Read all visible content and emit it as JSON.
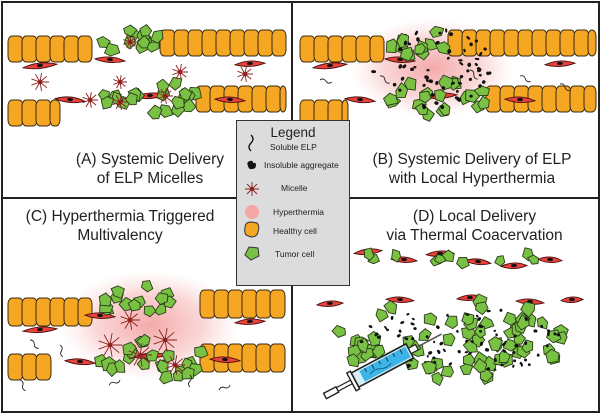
{
  "panels": {
    "a": {
      "title_line1": "(A) Systemic Delivery",
      "title_line2": "of ELP Micelles"
    },
    "b": {
      "title_line1": "(B) Systemic Delivery of ELP",
      "title_line2": "with Local Hyperthermia"
    },
    "c": {
      "title_line1": "(C) Hyperthermia Triggered",
      "title_line2": "Multivalency"
    },
    "d": {
      "title_line1": "(D) Local Delivery",
      "title_line2": "via Thermal Coacervation"
    }
  },
  "legend": {
    "heading": "Legend",
    "items": [
      {
        "label": "Soluble ELP",
        "icon": "soluble-elp-icon"
      },
      {
        "label": "Insoluble aggregate",
        "icon": "insoluble-aggregate-icon"
      },
      {
        "label": "Micelle",
        "icon": "micelle-icon"
      },
      {
        "label": "Hyperthermia",
        "icon": "hyperthermia-icon"
      },
      {
        "label": "Healthy cell",
        "icon": "healthy-cell-icon"
      },
      {
        "label": "Tumor cell",
        "icon": "tumor-cell-icon"
      }
    ]
  },
  "colors": {
    "healthy_cell": "#f5a623",
    "tumor_cell": "#79c143",
    "endothelial_cell": "#e8423a",
    "hyperthermia": "#f4a6a6",
    "aggregate": "#111111",
    "legend_bg": "#dcdcdc",
    "syringe_barrel": "#d6eef8",
    "syringe_liquid": "#3bb5e8"
  }
}
